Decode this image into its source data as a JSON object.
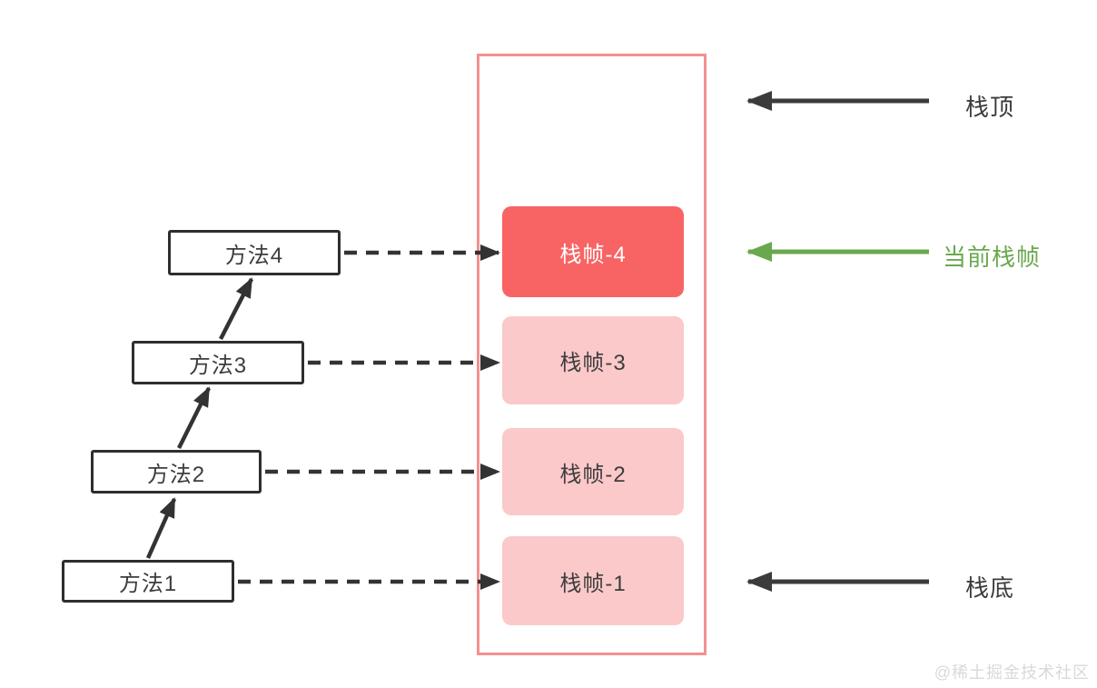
{
  "diagram": {
    "title_implicit": "JVM stack frames diagram",
    "methods": [
      {
        "label": "方法1"
      },
      {
        "label": "方法2"
      },
      {
        "label": "方法3"
      },
      {
        "label": "方法4"
      }
    ],
    "stack": {
      "frames": [
        {
          "label": "栈帧-4",
          "highlighted": true
        },
        {
          "label": "栈帧-3",
          "highlighted": false
        },
        {
          "label": "栈帧-2",
          "highlighted": false
        },
        {
          "label": "栈帧-1",
          "highlighted": false
        }
      ]
    },
    "annotations": {
      "stack_top": "栈顶",
      "current_frame": "当前栈帧",
      "stack_bottom": "栈底"
    },
    "colors": {
      "container_border": "#f4908f",
      "highlighted_frame_bg": "#f86464",
      "frame_bg": "#fbc9ca",
      "box_border": "#2e2e2e",
      "arrow_dark": "#333333",
      "arrow_green": "#6aa84f",
      "text_dark": "#3d3d3d",
      "watermark_gray": "#d9d9d9"
    },
    "watermark": "@稀土掘金技术社区"
  }
}
